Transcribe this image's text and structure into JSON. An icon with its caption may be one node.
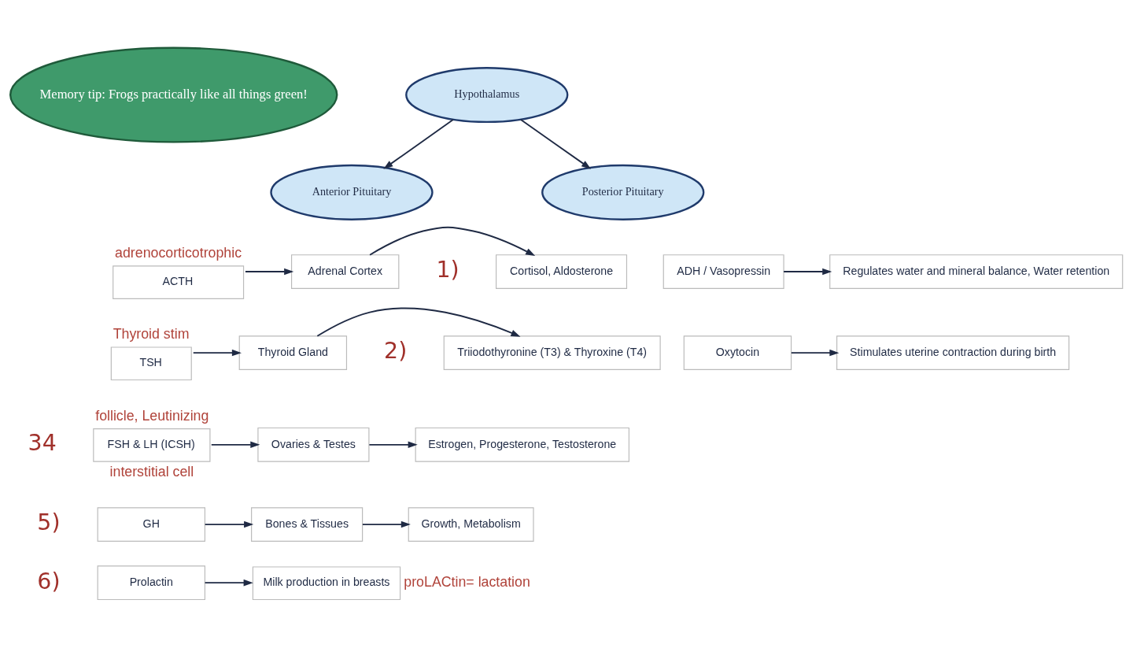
{
  "diagram": {
    "nodes": [
      {
        "text": [
          "Memory tip: Frogs practically like all things green!"
        ]
      },
      {
        "text": [
          "Hypothalamus"
        ]
      },
      {
        "text": [
          "Anterior Pituitary"
        ]
      },
      {
        "text": [
          "Posterior Pituitary"
        ]
      },
      {
        "text": [
          "ACTH"
        ],
        "beside": [
          "adrenocorticotrophic"
        ]
      },
      {
        "text": [
          "Adrenal Cortex"
        ]
      },
      {
        "text": [
          "Cortisol, Aldosterone"
        ]
      },
      {
        "text": [
          "TSH"
        ],
        "beside": [
          "Thyroid stim"
        ]
      },
      {
        "text": [
          "Thyroid Gland"
        ]
      },
      {
        "text": [
          "Triiodothyronine (T3) & Thyroxine (T4)"
        ]
      },
      {
        "text": [
          "FSH & LH (ICSH)"
        ],
        "beside": [
          "follicle, Leutinizing",
          "interstitial cell"
        ]
      },
      {
        "text": [
          "Ovaries & Testes"
        ]
      },
      {
        "text": [
          "Estrogen, Progesterone, Testosterone"
        ]
      },
      {
        "text": [
          "GH"
        ]
      },
      {
        "text": [
          "Bones & Tissues"
        ]
      },
      {
        "text": [
          "Growth, Metabolism"
        ]
      },
      {
        "text": [
          "Prolactin"
        ]
      },
      {
        "text": [
          "Milk production in breasts"
        ],
        "beside": [
          "proLACtin= lactation"
        ]
      },
      {
        "text": [
          "ADH / Vasopressin"
        ]
      },
      {
        "text": [
          "Regulates water and mineral balance, Water retention"
        ]
      },
      {
        "text": [
          "Oxytocin"
        ]
      },
      {
        "text": [
          "Stimulates uterine contraction during birth"
        ]
      }
    ],
    "edges": [
      {
        "from": 1,
        "to": 2,
        "arrow": "to"
      },
      {
        "from": 1,
        "to": 3,
        "arrow": "to"
      },
      {
        "from": 4,
        "to": 5,
        "arrow": "to"
      },
      {
        "from": 5,
        "to": 6,
        "arrow": "to"
      },
      {
        "from": 7,
        "to": 8,
        "arrow": "to"
      },
      {
        "from": 8,
        "to": 9,
        "arrow": "to"
      },
      {
        "from": 10,
        "to": 11,
        "arrow": "to"
      },
      {
        "from": 11,
        "to": 12,
        "arrow": "to"
      },
      {
        "from": 13,
        "to": 14,
        "arrow": "to"
      },
      {
        "from": 14,
        "to": 15,
        "arrow": "to"
      },
      {
        "from": 16,
        "to": 17,
        "arrow": "to"
      },
      {
        "from": 18,
        "to": 19,
        "arrow": "to"
      },
      {
        "from": 20,
        "to": 21,
        "arrow": "to"
      }
    ],
    "labels": [
      "1)",
      "2)",
      "34",
      "5)",
      "6)"
    ]
  }
}
